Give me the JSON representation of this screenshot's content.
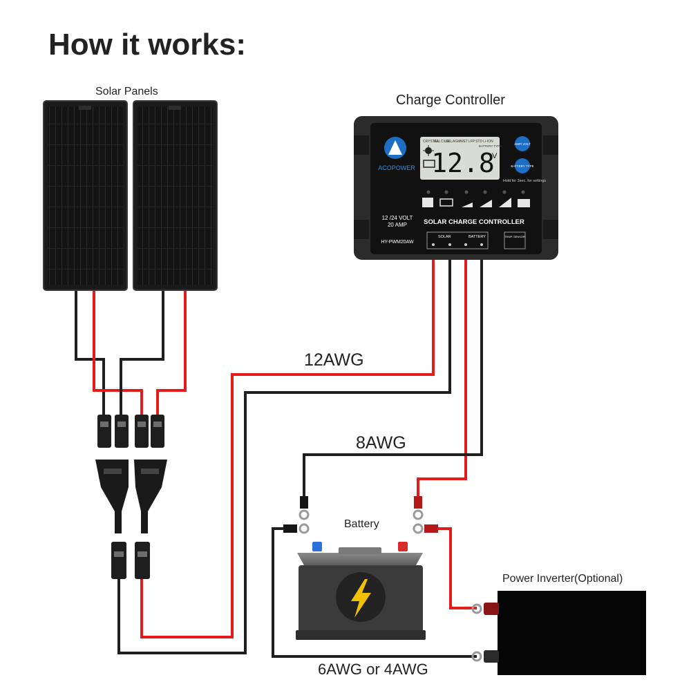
{
  "title": "How it works:",
  "labels": {
    "solar_panels": "Solar Panels",
    "charge_controller": "Charge Controller",
    "battery": "Battery",
    "power_inverter": "Power Inverter(Optional)"
  },
  "wire_gauges": {
    "panel_to_controller": "12AWG",
    "controller_to_battery": "8AWG",
    "battery_to_inverter": "6AWG or 4AWG"
  },
  "controller": {
    "brand": "ACOPOWER",
    "display_value": "12.8",
    "display_unit": "V",
    "battery_types": [
      "CRYSTAL",
      "CALCIUM",
      "GEL",
      "AGM",
      "WET",
      "LFP",
      "STD",
      "LI-ION"
    ],
    "battery_type_caption": "BATTERY TYPE",
    "rating": "12 /24 VOLT",
    "current": "20 AMP",
    "name": "SOLAR CHARGE CONTROLLER",
    "model": "HY-PWM20AW",
    "button_top": "AMP/ VOLT",
    "button_bottom": "BATTERY TYPE",
    "hold_note": "Hold for 3sec. for settings",
    "terminal_solar": "SOLAR",
    "terminal_battery": "BATTERY",
    "terminal_temp": "TEMP. SENSOR"
  },
  "colors": {
    "positive_wire": "#e31b1b",
    "negative_wire": "#1f1f1f",
    "controller_body": "#2b2b2b",
    "lcd": "#d9dcd6",
    "battery_body": "#3b3b3b",
    "lightning": "#f2c200",
    "terminal_positive": "#d92b2b",
    "terminal_negative": "#2b6fd9"
  }
}
